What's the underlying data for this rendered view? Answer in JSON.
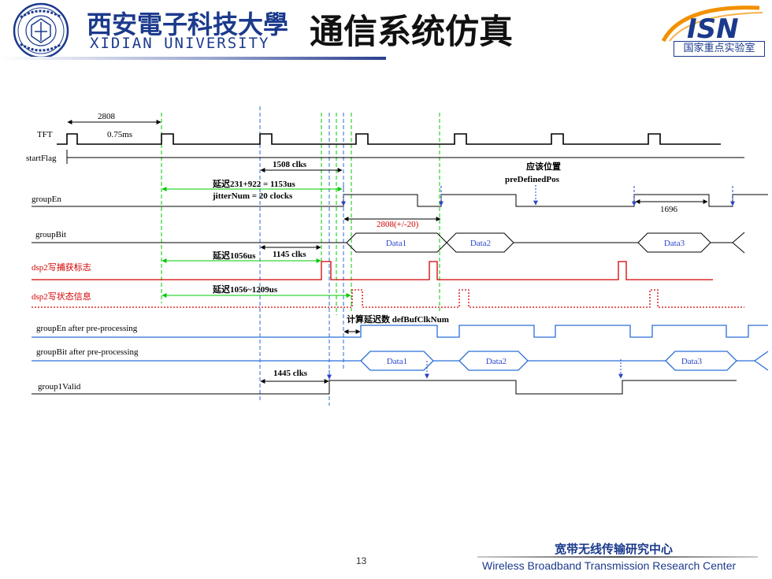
{
  "header": {
    "university_cn": "西安電子科技大學",
    "university_en": "XIDIAN UNIVERSITY",
    "title": "通信系统仿真",
    "logo_text": "ISN",
    "lab": "国家重点实验室"
  },
  "icons": {
    "university_seal": "xidian-seal-icon",
    "lab_logo": "isn-logo-icon"
  },
  "colors": {
    "brand_blue": "#1b3a8c",
    "signal_red": "#d40000",
    "signal_blue": "#2a45c8",
    "marker_green": "#00c800",
    "logo_orange": "#f29100"
  },
  "diagram": {
    "signals": {
      "tft": "TFT",
      "start_flag": "startFlag",
      "group_en": "groupEn",
      "group_bit": "groupBit",
      "dsp2_capture_flag": "dsp2写捕获标志",
      "dsp2_status_info": "dsp2写状态信息",
      "group_en_pre": "groupEn after pre-processing",
      "group_bit_pre": "groupBit after pre-processing",
      "group1_valid": "group1Valid"
    },
    "annotations": {
      "tft_period": "2808",
      "tft_time": "0.75ms",
      "clks_1508": "1508 clks",
      "delay_1153": "延迟231+922 = 1153us",
      "jitter": "jitterNum = 20 clocks",
      "should_position": "应该位置",
      "predefined_pos": "preDefinedPos",
      "period_1696": "1696",
      "period_2808_tol": "2808(+/-20)",
      "delay_1056": "延迟1056us",
      "clks_1145": "1145 clks",
      "delay_range": "延迟1056~1209us",
      "calc_delay": "计算延迟数 defBufClkNum",
      "clks_1445": "1445 clks"
    },
    "group_bit_data": [
      "Data1",
      "Data2",
      "Data3"
    ],
    "group_bit_pre_data": [
      "Data1",
      "Data2",
      "Data3"
    ]
  },
  "footer": {
    "page_number": "13",
    "center_cn": "宽带无线传输研究中心",
    "center_en": "Wireless Broadband Transmission Research Center"
  }
}
